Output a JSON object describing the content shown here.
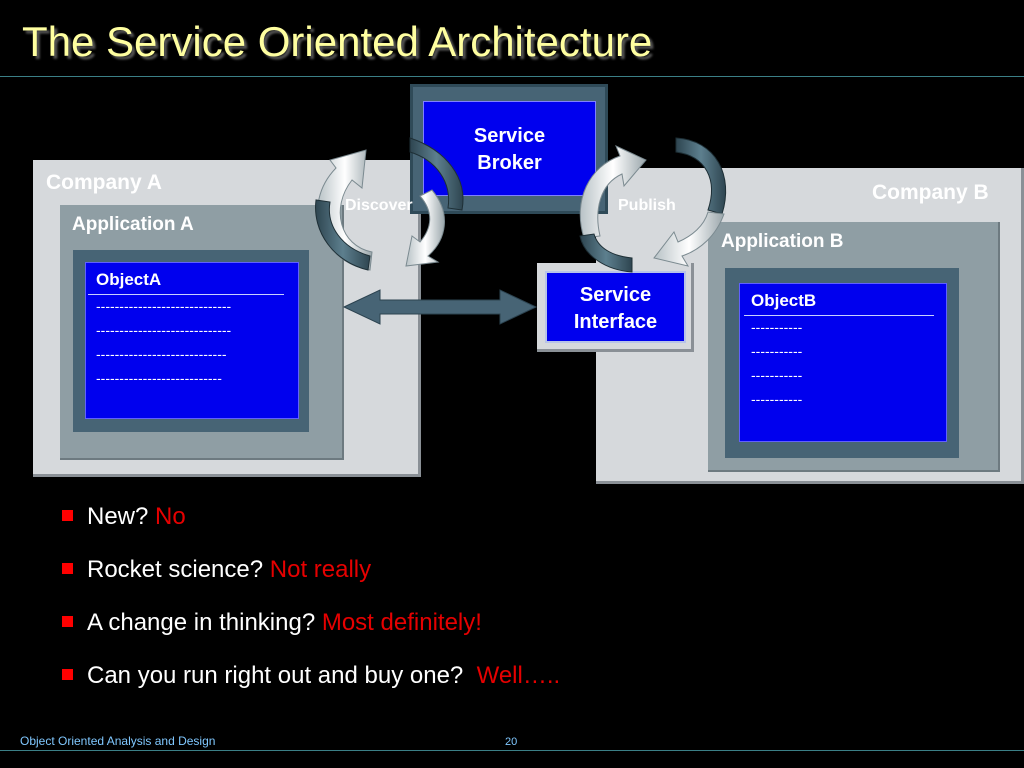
{
  "title": "The Service Oriented Architecture",
  "diagram": {
    "service_broker": {
      "line1": "Service",
      "line2": "Broker"
    },
    "service_interface": {
      "line1": "Service",
      "line2": "Interface"
    },
    "discover_label": "Discover",
    "publish_label": "Publish",
    "company_a": {
      "label": "Company A",
      "application": "Application A",
      "object": "ObjectA",
      "lines": [
        "-----------------------------",
        "-----------------------------",
        "----------------------------",
        "---------------------------"
      ]
    },
    "company_b": {
      "label": "Company B",
      "application": "Application B",
      "object": "ObjectB",
      "lines": [
        "-----------",
        "-----------",
        "-----------",
        "-----------"
      ]
    }
  },
  "bullets": [
    {
      "question": "New? ",
      "answer": "No"
    },
    {
      "question": "Rocket science? ",
      "answer": "Not really"
    },
    {
      "question": "A change in thinking? ",
      "answer": "Most definitely!"
    },
    {
      "question": "Can you run right out and buy one?  ",
      "answer": "Well….."
    }
  ],
  "footer": {
    "course": "Object Oriented Analysis and Design",
    "page": "20"
  },
  "colors": {
    "title": "#ffffa0",
    "answer": "#e60000",
    "box_blue": "#0000ee",
    "accent_line": "#3b7f86"
  }
}
